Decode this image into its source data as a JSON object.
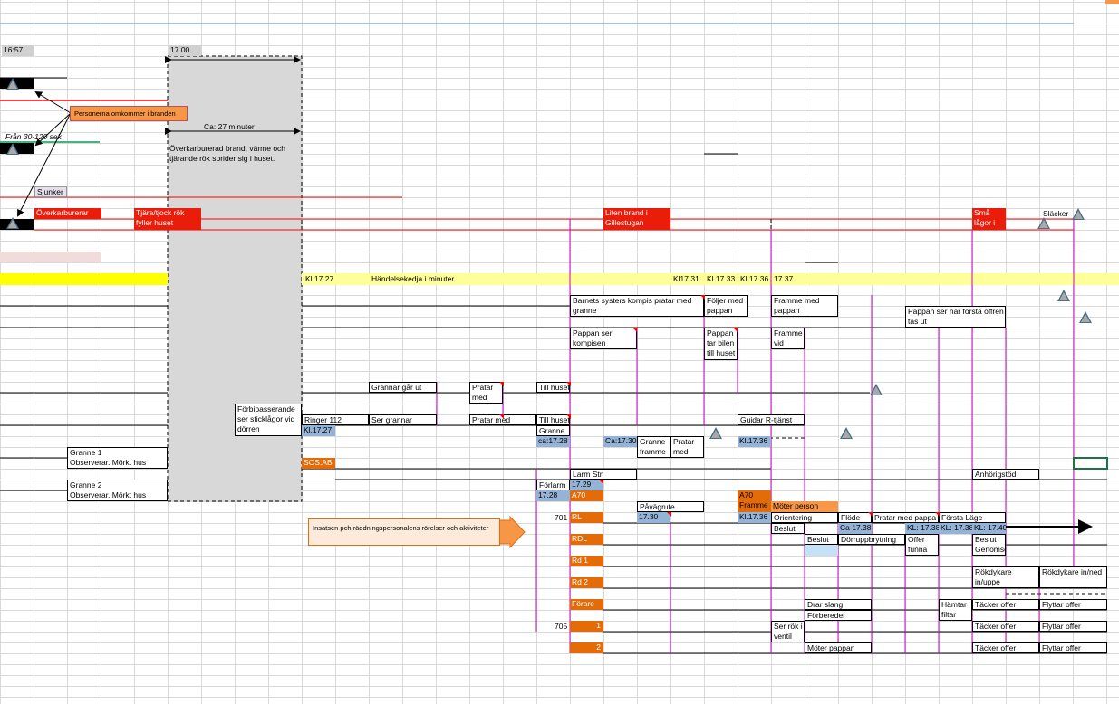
{
  "times": {
    "t1657": "16:57",
    "t1700": "17.00"
  },
  "callouts": {
    "omkommer": "Personerna omkommer i branden",
    "insatsen": "Insatsen pch räddningspersonalens rörelser och aktiviteter"
  },
  "labels": {
    "fran": "Från 30-120 sek",
    "sjunker": "Sjunker",
    "overkarburerar": "Överkarburerar",
    "tjarafrok": "Tjära/tjock rök fyller huset",
    "ca27": "Ca: 27 minuter",
    "overkarb_brand": "Överkarburerad brand, värme och tjärande rök sprider sig i huset.",
    "liten_brand": "Liten brand i Gillestugan",
    "smalagor": "Små lågor i TV",
    "slacker": "Släcker",
    "kl1727": "Kl.17.27",
    "handelse": "Händelsekedja i minuter",
    "kl1731": "Kl17.31",
    "kl1733": "Kl 17.33",
    "kl1736": "Kl.17.36",
    "t1737": "17.37",
    "barnets": "Barnets systers kompis pratar med granne",
    "foljer": "Följer med pappan",
    "framme_pappan": "Framme med pappan",
    "pappan_ser_forsta": "Pappan ser när första offren tas ut",
    "pappan_ser_kompis": "Pappan ser kompisen prata/går ut",
    "pappan_tar": "Pappan tar bilen till huset",
    "framme_huset": "Framme vid huset",
    "grannar_gar": "Grannar går ut",
    "pratar_grannar": "Pratar med Grannar",
    "till_huset1": "Till huset",
    "forbipass": "Förbipasserande ser sticklågor vid dörren",
    "ringer": "Ringer 112",
    "ser_grannar": "Ser grannar",
    "pratar_med": "Pratar med",
    "till_huset2": "Till huset",
    "guidar": "Guidar R-tjänst",
    "kl1727b": "Kl.17.27",
    "granne": "Granne",
    "ca1728": "ca:17.28",
    "ca1730": "Ca:17.30",
    "granne_framme": "Granne framme",
    "pratar_pappan": "Pratar med pappan",
    "kl1736b": "Kl.17.36",
    "granne1": "Granne 1",
    "obs1": "Observerar. Mörkt hus",
    "sosab": "SOS.AB",
    "anhorig": "Anhörigstöd",
    "larmstn": "Larm Stn",
    "t1729": "17.29",
    "granne2": "Granne 2",
    "obs2": "Observerar. Mörkt hus",
    "forlarm": "Förlarm",
    "t1728": "17.28",
    "a70": "A70",
    "pavagrute": "Påvägrute",
    "t1730": "17.30",
    "a70framme": "A70 Framme",
    "moter_person": "Möter person",
    "n701": "701",
    "rl": "RL",
    "kl1736c": "Kl.17.36",
    "orientering": "Orientering",
    "flode": "Flöde",
    "pratar_pappa": "Pratar med pappa",
    "forsta_lage": "Första Läge",
    "beslut1": "Beslut",
    "ca1738": "Ca 17.38",
    "kl1738a": "KL: 17.38",
    "kl1738b": "KL: 17.38",
    "kl1740": "KL: 17.40",
    "rdl": "RDL",
    "beslut2": "Beslut",
    "dorrupp": "Dörruppbrytning",
    "offer_funna": "Offer funna",
    "beslut_genomsok": "Beslut Genomsök",
    "rd1": "Rd 1",
    "rd2": "Rd 2",
    "rokdykare1": "Rökdykare in/uppe",
    "rokdykare2": "Rökdykare in/ned",
    "forare": "Förare",
    "drar_slang": "Drar slang",
    "forbereder": "Förbereder",
    "hamtar": "Hämtar filtar",
    "tacker1": "Täcker offer",
    "flyttar1": "Flyttar offer",
    "n705": "705",
    "one": "1",
    "ser_rok": "Ser rök i ventil",
    "tacker2": "Täcker offer",
    "flyttar2": "Flyttar offer",
    "two": "2",
    "moter_pappan": "Möter pappan",
    "tacker3": "Täcker offer",
    "flyttar3": "Flyttar offer"
  },
  "colors": {
    "red": "#ff0000",
    "magenta": "#cc00cc",
    "yellow": "#ffff99",
    "orange": "#e36c09",
    "blue": "#95b3d7",
    "green": "#00a050"
  }
}
